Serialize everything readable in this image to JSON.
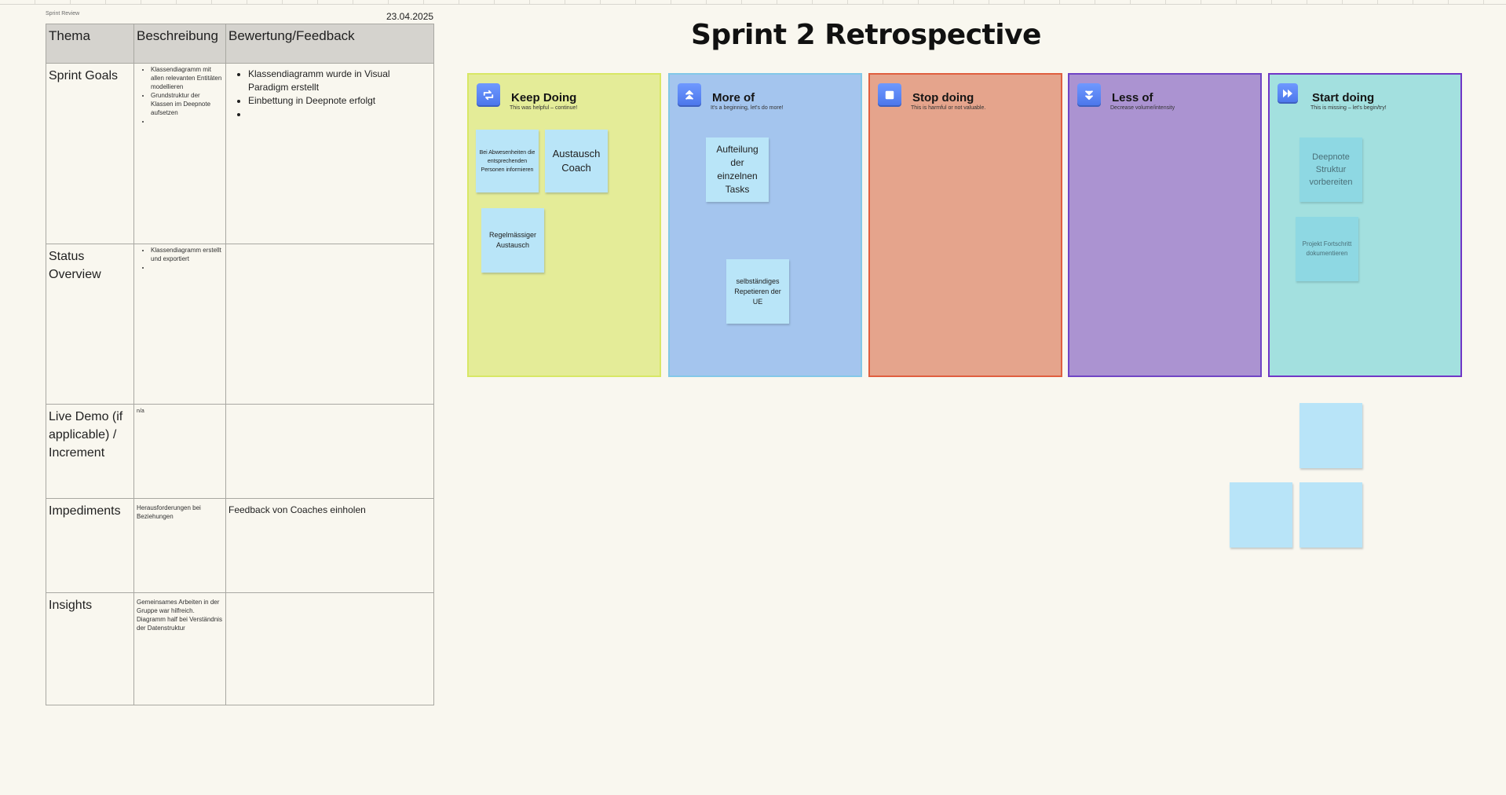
{
  "review": {
    "label": "Sprint Review",
    "date": "23.04.2025",
    "headers": {
      "topic": "Thema",
      "description": "Beschreibung",
      "feedback": "Bewertung/Feedback"
    },
    "rows": [
      {
        "topic": "Sprint Goals",
        "description_items": [
          "Klassendiagramm mit allen relevanten Entitäten modellieren",
          "Grundstruktur der Klassen im Deepnote aufsetzen",
          ""
        ],
        "feedback_items": [
          "Klassendiagramm wurde in Visual Paradigm erstellt",
          "Einbettung in Deepnote erfolgt",
          ""
        ]
      },
      {
        "topic": "Status Overview",
        "description_items": [
          "Klassendiagramm erstellt und exportiert",
          ""
        ]
      },
      {
        "topic": "Live Demo (if applicable) / Increment",
        "description": "n/a"
      },
      {
        "topic": "Impediments",
        "description": "Herausforderungen bei Beziehungen",
        "feedback": "Feedback von Coaches einholen"
      },
      {
        "topic": "Insights",
        "description": "Gemeinsames Arbeiten in der Gruppe war hilfreich. Diagramm half bei Verständnis der Datenstruktur"
      }
    ]
  },
  "retro": {
    "title": "Sprint 2 Retrospective",
    "columns": [
      {
        "title": "Keep Doing",
        "subtitle": "This was helpful – continue!",
        "icon": "repeat-icon",
        "fill": "#e4ec98",
        "border": "#d8e765",
        "notes": [
          "Bei Abwesenheiten die entsprechenden Personen informieren",
          "Austausch Coach",
          "Regelmässiger Austausch"
        ]
      },
      {
        "title": "More of",
        "subtitle": "It's a beginning, let's do more!",
        "icon": "double-up-icon",
        "fill": "#a4c5ee",
        "border": "#83c8e8",
        "notes": [
          "Aufteilung der einzelnen Tasks",
          "selbständiges Repetieren der UE"
        ]
      },
      {
        "title": "Stop doing",
        "subtitle": "This is harmful or not valuable.",
        "icon": "stop-icon",
        "fill": "#e5a48c",
        "border": "#e05f3f",
        "notes": []
      },
      {
        "title": "Less of",
        "subtitle": "Decrease volume/intensity",
        "icon": "double-down-icon",
        "fill": "#ab93d1",
        "border": "#7045c5",
        "notes": []
      },
      {
        "title": "Start doing",
        "subtitle": "This is missing – let's begin/try!",
        "icon": "fast-forward-icon",
        "fill": "#a3e0df",
        "border": "#7136c7",
        "notes": [
          "Deepnote Struktur vorbereiten",
          "Projekt Fortschritt dokumentieren"
        ]
      }
    ]
  }
}
